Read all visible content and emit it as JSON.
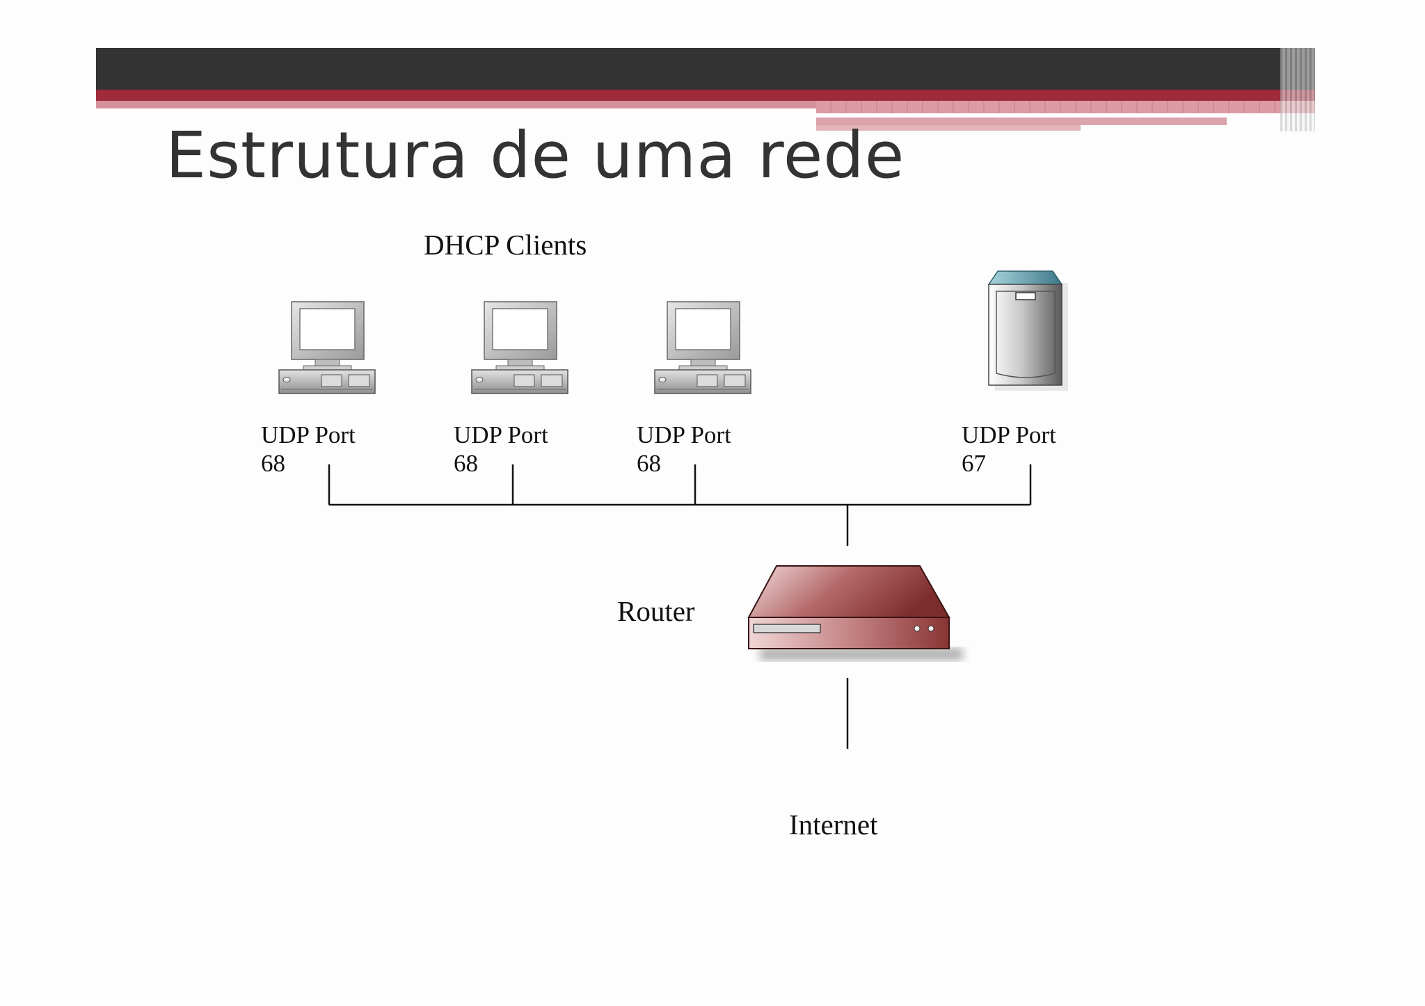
{
  "slide": {
    "title": "Estrutura de uma rede"
  },
  "diagram": {
    "clients_label": "DHCP Clients",
    "clients": [
      {
        "icon": "desktop-computer-icon",
        "port_line1": "UDP Port",
        "port_line2": "68"
      },
      {
        "icon": "desktop-computer-icon",
        "port_line1": "UDP Port",
        "port_line2": "68"
      },
      {
        "icon": "desktop-computer-icon",
        "port_line1": "UDP Port",
        "port_line2": "68"
      }
    ],
    "server": {
      "icon": "server-tower-icon",
      "port_line1": "UDP Port",
      "port_line2": "67"
    },
    "router": {
      "icon": "router-icon",
      "label": "Router"
    },
    "internet_label": "Internet"
  },
  "colors": {
    "header_dark": "#333333",
    "header_red": "#9e2a3a",
    "router": "#8e3a3a",
    "server": "#4a7f8f"
  }
}
